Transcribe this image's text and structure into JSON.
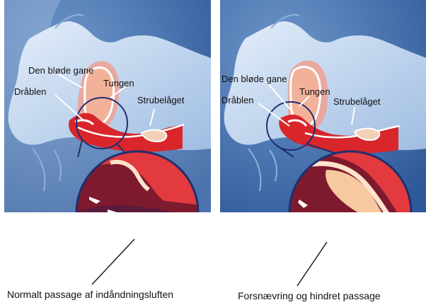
{
  "diagrams": [
    {
      "labels": {
        "soft_palate": "Den bløde gane",
        "uvula": "Dråblen",
        "tongue": "Tungen",
        "epiglottis": "Strubelåget"
      },
      "caption": "Normalt passage af indåndningsluften"
    },
    {
      "labels": {
        "soft_palate": "Den bløde gane",
        "uvula": "Dråblen",
        "tongue": "Tungen",
        "epiglottis": "Strubelåget"
      },
      "caption": "Forsnævring og hindret passage"
    }
  ],
  "colors": {
    "background_blue": "#3f6fae",
    "skin_blue": "#b7d0ec",
    "tissue_red": "#d8262b",
    "tongue_pink": "#f2b29a",
    "circle_outline": "#1f2f6e"
  }
}
